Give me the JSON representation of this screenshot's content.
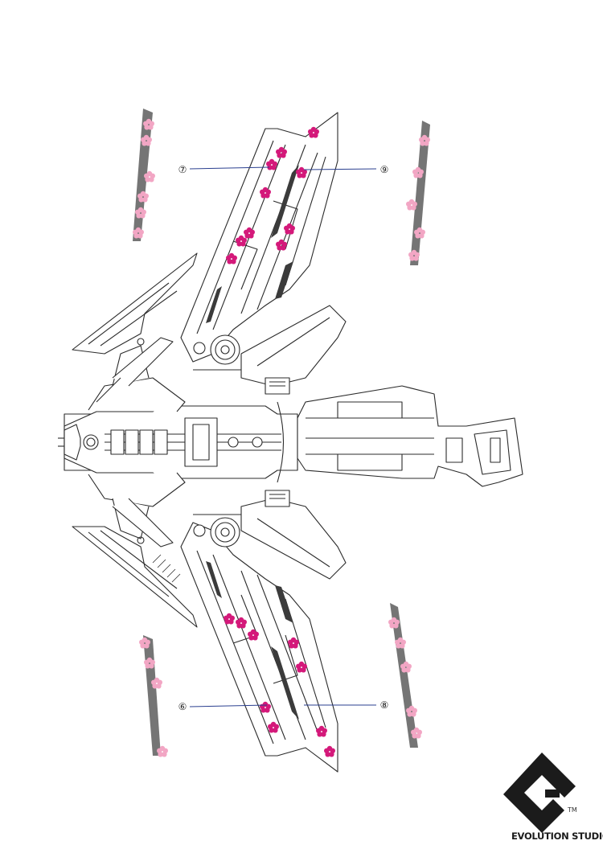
{
  "callouts": [
    {
      "id": "7",
      "label": "⑦"
    },
    {
      "id": "9",
      "label": "⑨"
    },
    {
      "id": "6",
      "label": "⑥"
    },
    {
      "id": "8",
      "label": "⑧"
    }
  ],
  "brand": {
    "name": "EVOLUTION STUDIO",
    "trademark": "TM"
  },
  "colors": {
    "line": "#2b2b2b",
    "callout_line": "#2a3f8f",
    "sakura_magenta": "#d4197a",
    "sakura_pink": "#f2a6c4",
    "dark_panel": "#3b3b3b"
  }
}
